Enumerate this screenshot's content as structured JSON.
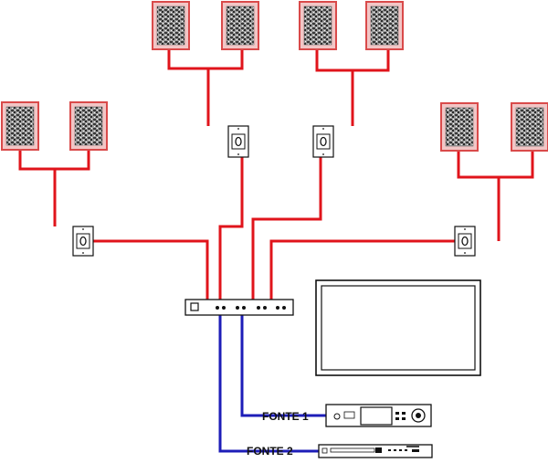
{
  "sources": {
    "fonte1": "FONTE 1",
    "fonte2": "FONTE 2"
  },
  "colors": {
    "speaker_wire": "#e0141b",
    "source_wire": "#1d1db8",
    "outline": "#111111",
    "speaker_grille": "#7c7c7c",
    "speaker_frame": "#d94a4a"
  },
  "components": {
    "speaker_pairs": 4,
    "wall_volume_controls": 4,
    "speaker_selector_outputs": 4,
    "sources": 2,
    "display": "flat-screen-tv"
  }
}
